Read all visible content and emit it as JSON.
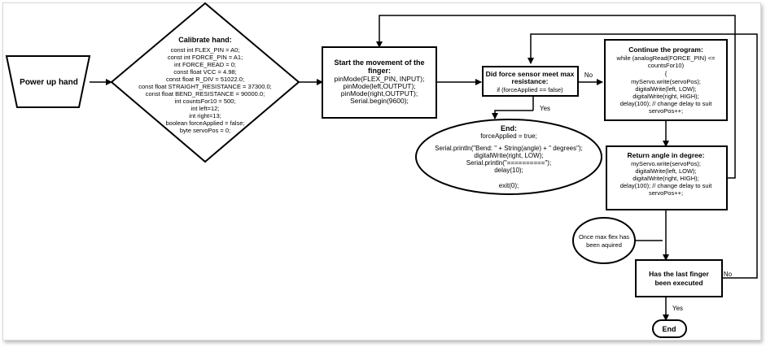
{
  "nodes": {
    "power_up": {
      "lines": [
        "Power up hand"
      ]
    },
    "calibrate": {
      "title": "Calibrate hand:",
      "lines": [
        "const int FLEX_PIN = A0;",
        "const int FORCE_PIN = A1;",
        "int FORCE_READ = 0;",
        "const float VCC = 4.98;",
        "const float R_DIV = 51022.0;",
        "const float STRAIGHT_RESISTANCE = 37300.0;",
        "const float BEND_RESISTANCE = 90000.0;",
        "int countsFor10 = 500;",
        "int left=12;",
        "int right=13;",
        "boolean forceApplied = false;",
        "byte servoPos = 0;"
      ]
    },
    "start": {
      "title_lines": [
        "Start the movement of the",
        "finger:"
      ],
      "lines": [
        "pinMode(FLEX_PIN, INPUT);",
        "pinMode(left,OUTPUT);",
        "pinMode(right,OUTPUT);",
        "Serial.begin(9600);"
      ]
    },
    "decision": {
      "title_lines": [
        "Did force sensor meet max",
        "resistance:"
      ],
      "lines": [
        "if (forceApplied == false)"
      ]
    },
    "end_block": {
      "title": "End:",
      "lines": [
        "forceApplied = true;",
        "",
        "Serial.println(\"Bend: \" + String(angle) + \" degrees\");",
        "digitalWrite(right, LOW);",
        "Serial.println(\"==========\");",
        "delay(10);",
        "",
        "exit(0);"
      ]
    },
    "continue": {
      "title": "Continue the program:",
      "lines": [
        "while (analogRead(FORCE_PIN) <=",
        "countsFor10)",
        "{",
        "myServo.write(servoPos);",
        "digitalWrite(left, LOW);",
        "digitalWrite(right, HIGH);",
        "delay(100);  // change delay to suit",
        "servoPos++;"
      ]
    },
    "return_angle": {
      "title": "Return angle in degree:",
      "lines": [
        "myServo.write(servoPos);",
        "digitalWrite(left, LOW);",
        "digitalWrite(right, HIGH);",
        "delay(100);  // change delay to suit",
        "servoPos++;"
      ]
    },
    "max_flex": {
      "lines": [
        "Once max flex has",
        "been aquired"
      ]
    },
    "last_finger": {
      "lines": [
        "Has the last finger",
        "been executed"
      ]
    },
    "end_terminal": {
      "lines": [
        "End"
      ]
    }
  },
  "edge_labels": {
    "no1": "No",
    "yes1": "Yes",
    "yes2": "Yes",
    "no2": "No"
  }
}
